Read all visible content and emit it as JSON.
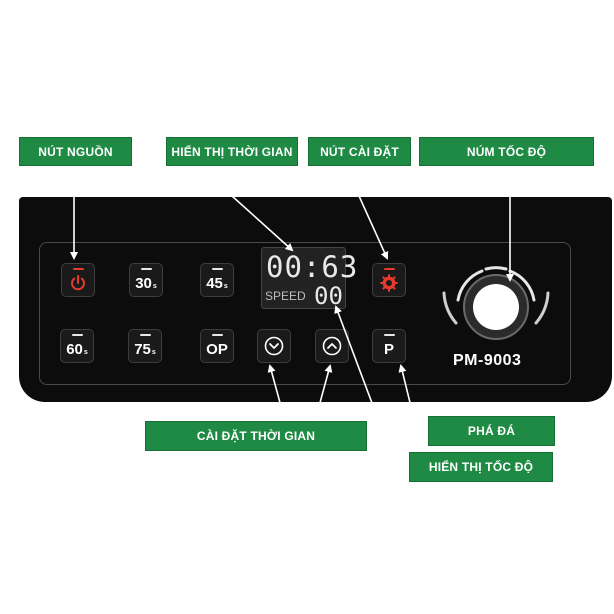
{
  "callouts": {
    "power": "NÚT NGUỒN",
    "time_display": "HIỂN THỊ THỜI GIAN",
    "settings": "NÚT CÀI ĐẶT",
    "speed_knob": "NÚM TỐC ĐỘ",
    "time_setting": "CÀI ĐẶT THỜI GIAN",
    "ice_crush": "PHÁ ĐÁ",
    "speed_display": "HIỂN THỊ TỐC ĐỘ"
  },
  "buttons": {
    "b30": {
      "value": "30",
      "unit": "s"
    },
    "b45": {
      "value": "45",
      "unit": "s"
    },
    "b60": {
      "value": "60",
      "unit": "s"
    },
    "b75": {
      "value": "75",
      "unit": "s"
    },
    "op": "OP",
    "p": "P"
  },
  "display": {
    "time": "00:63",
    "speed_label": "SPEED",
    "speed": "00"
  },
  "model": "PM-9003",
  "colors": {
    "callout_green": "#1f8a43",
    "panel_black": "#0c0c0c",
    "indicator_red": "#e53a2c"
  },
  "icons": [
    "power-icon",
    "settings-gear-icon",
    "chevron-down-icon",
    "chevron-up-icon",
    "speed-knob"
  ]
}
